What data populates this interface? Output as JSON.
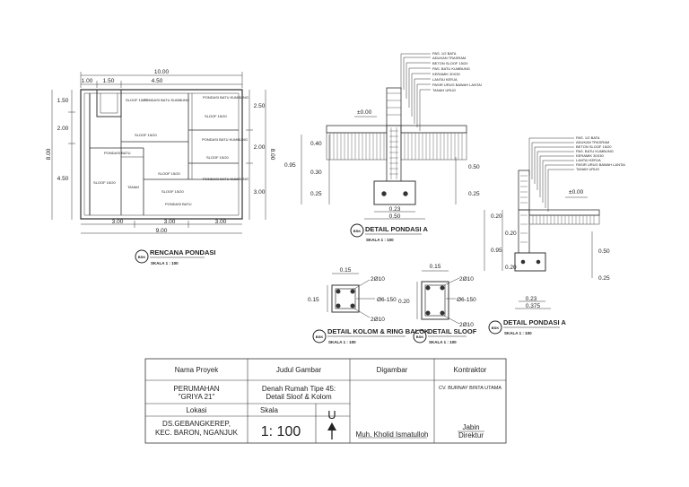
{
  "plan": {
    "dims_top_total": "10.00",
    "dims_top": [
      "1.00",
      "1.50",
      "4.50"
    ],
    "dims_left": [
      "1.50",
      "2.00",
      "4.50"
    ],
    "dims_left_total": "8.00",
    "dims_right": [
      "2.50",
      "2.00",
      "3.00"
    ],
    "dims_right_total": "8.00",
    "dims_bottom": [
      "3.00",
      "3.00",
      "3.00"
    ],
    "dims_bottom_total": "9.00",
    "room_labels": [
      "SLOOF 15/20",
      "PONDASI BATU KUMBUNG",
      "PONDASI BATU KUMBUNG",
      "SLOOF 15/20",
      "SLOOF 15/20",
      "PONDASI BATU KUMBUNG",
      "SLOOF 15/20",
      "PONDASI BATU",
      "SLOOF 15/20",
      "SLOOF 15/20",
      "PONDASI BATU KUMBUNG",
      "SLOOF 15/20",
      "PONDASI BATU",
      "TANAH"
    ],
    "badge": "BSK",
    "title": "RENCANA PONDASI",
    "scale": "SKALA 1 : 100"
  },
  "detail_a_main": {
    "layers": [
      "PAS. 1/2 BATA",
      "ADUKAN TRASRAM",
      "BETON SLOOF 15/20",
      "PAS. BATU KUMBUNG",
      "KERAMIK 30X30",
      "LANTAI KERJA",
      "PASIR URUG BAWAH LANTAI",
      "TANAH URUG"
    ],
    "level": "±0.00",
    "dims_left": [
      "0.40",
      "0.30",
      "0.25"
    ],
    "dims_left_total": "0.95",
    "dims_right": [
      "0.50",
      "0.25"
    ],
    "dims_bottom": [
      "0.23",
      "0.50"
    ],
    "badge": "BSK",
    "title": "DETAIL PONDASI A",
    "scale": "SKALA 1 : 100"
  },
  "detail_a_small": {
    "layers": [
      "PAS. 1/2 BATA",
      "ADUKAN TRASRAM",
      "BETON SLOOF 15/20",
      "PAS. BATU KUMBUNG",
      "KERAMIK 30X30",
      "LANTAI KERJA",
      "PASIR URUG BAWAH LANTAI",
      "TANAH URUG"
    ],
    "level": "±0.00",
    "dims_left": [
      "0.20",
      "0.20",
      "0.20"
    ],
    "dims_left_total": "0.95",
    "dims_right": [
      "0.50",
      "0.25"
    ],
    "dims_bottom": [
      "0.23",
      "0.375"
    ],
    "badge": "BSK",
    "title": "DETAIL PONDASI A",
    "scale": "SKALA 1 : 100"
  },
  "detail_kolom": {
    "width": "0.15",
    "height": "0.15",
    "rebar_top": "2Ø10",
    "stirrup": "Ø6-150",
    "rebar_bottom": "2Ø10",
    "badge": "BSK",
    "title": "DETAIL KOLOM & RING BALOK",
    "scale": "SKALA 1 : 100"
  },
  "detail_sloof": {
    "width": "0.15",
    "height": "0.20",
    "rebar_top": "2Ø10",
    "stirrup": "Ø6-150",
    "rebar_bottom": "2Ø10",
    "badge": "BSK",
    "title": "DETAIL SLOOF",
    "scale": "SKALA 1 : 100"
  },
  "title_block": {
    "h_project": "Nama Proyek",
    "h_drawing": "Judul Gambar",
    "h_drawn": "Digambar",
    "h_contractor": "Kontraktor",
    "project_line1": "PERUMAHAN",
    "project_line2": "\"GRIYA 21\"",
    "drawing_line1": "Denah Rumah Tipe 45:",
    "drawing_line2": "Detail Sloof & Kolom",
    "contractor_company": "CV. BURNAY BINTA UTAMA",
    "h_location": "Lokasi",
    "h_scale": "Skala",
    "north": "U",
    "location_line1": "DS.GEBANGKEREP,",
    "location_line2": "KEC. BARON, NGANJUK",
    "scale_value": "1: 100",
    "drawn_by": "Muh. Kholid Ismatulloh",
    "signer_name": "Jabin",
    "signer_role": "Direktur"
  }
}
